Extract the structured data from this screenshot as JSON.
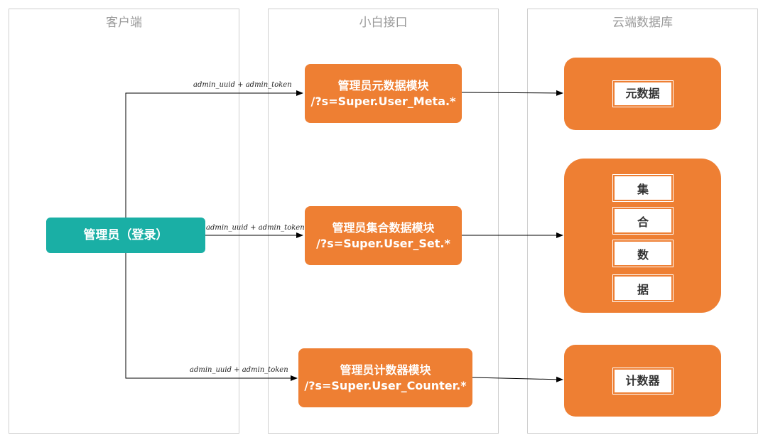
{
  "lanes": {
    "client": "客户端",
    "api": "小白接口",
    "cloud": "云端数据库"
  },
  "admin_node": "管理员（登录）",
  "modules": [
    {
      "title": "管理员元数据模块",
      "route": "/?s=Super.User_Meta.*"
    },
    {
      "title": "管理员集合数据模块",
      "route": "/?s=Super.User_Set.*"
    },
    {
      "title": "管理员计数器模块",
      "route": "/?s=Super.User_Counter.*"
    }
  ],
  "databases": {
    "meta": "元数据",
    "set_chars": [
      "集",
      "合",
      "数",
      "据"
    ],
    "counter": "计数器"
  },
  "edge_labels": [
    "admin_uuid + admin_token",
    "admin_uuid + admin_token",
    "admin_uuid + admin_token"
  ],
  "colors": {
    "admin": "#1aafa5",
    "module": "#ee7f33",
    "lane_border": "#cfcfcf"
  }
}
